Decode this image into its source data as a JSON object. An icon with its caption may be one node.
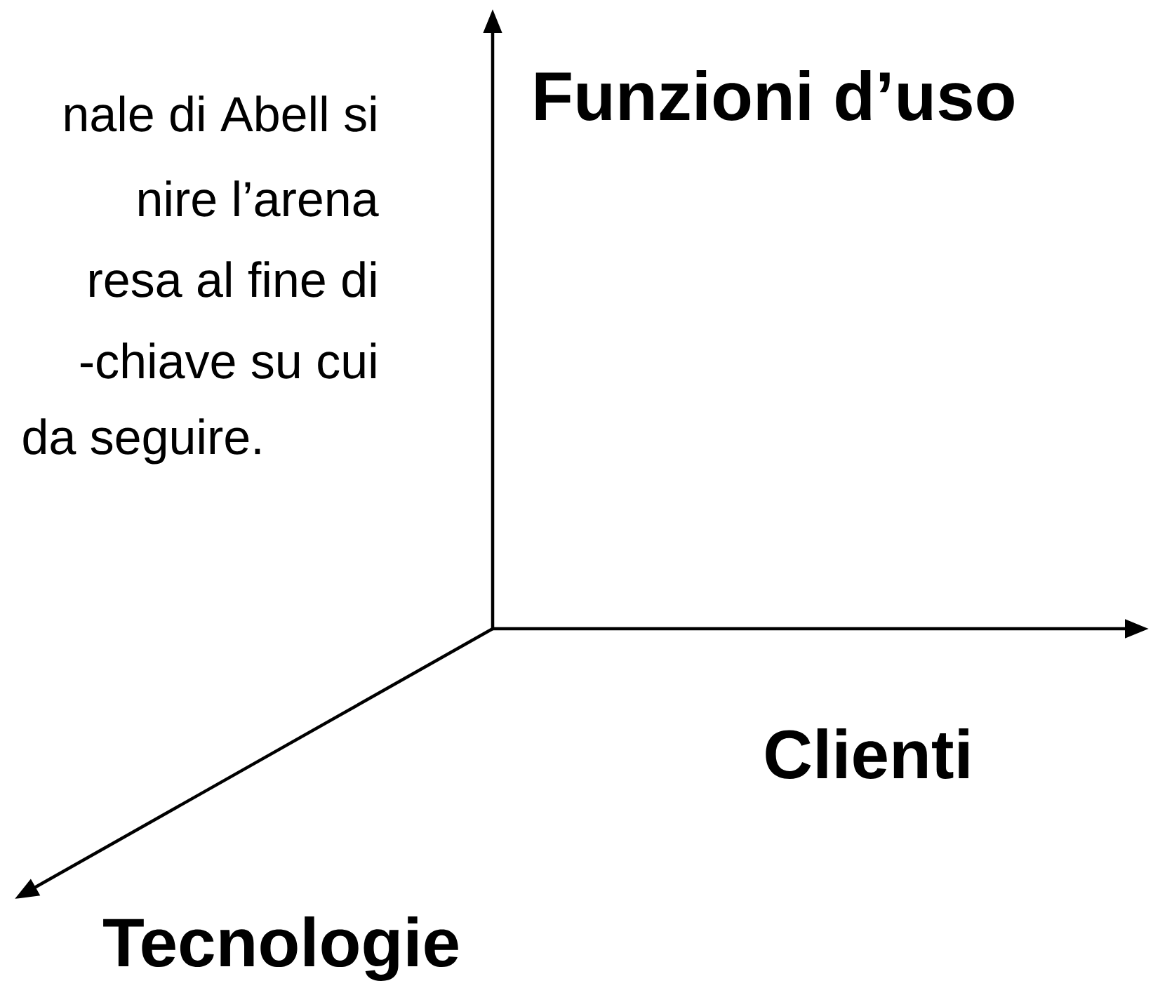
{
  "diagram": {
    "labels": [
      "nale di Abell si",
      "nire l’arena",
      "resa al fine di",
      "-chiave su cui",
      "da seguire.",
      "Funzioni d’uso",
      "Clienti",
      "Tecnologie"
    ]
  }
}
